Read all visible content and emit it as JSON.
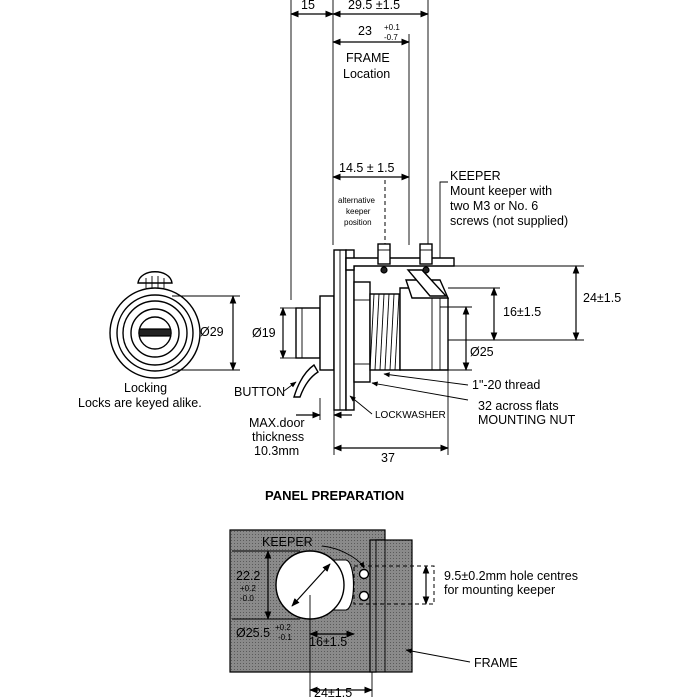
{
  "top_dims": {
    "d15": "15",
    "d29_5": "29.5 ±1.5",
    "d23": "23",
    "d23_tol_plus": "+0.1",
    "d23_tol_minus": "-0.7",
    "frame_location": [
      "FRAME",
      "Location"
    ],
    "d14_5": "14.5 ± 1.5",
    "alt_keeper": [
      "alternative",
      "keeper",
      "position"
    ]
  },
  "keeper_note": [
    "KEEPER",
    "Mount keeper with",
    "two M3 or No. 6",
    "screws (not supplied)"
  ],
  "side_dims": {
    "d24": "24±1.5",
    "d16": "16±1.5",
    "d25": "Ø25",
    "d29": "Ø29",
    "d19": "Ø19",
    "thread": "1\"-20 thread",
    "flats": "32 across flats",
    "mounting_nut": "MOUNTING NUT",
    "lockwasher": "LOCKWASHER",
    "button": "BUTTON",
    "d37": "37"
  },
  "locking": [
    "Locking",
    "Locks are keyed alike."
  ],
  "max_door": [
    "MAX.door",
    "thickness",
    "10.3mm"
  ],
  "panel": {
    "title": "PANEL PREPARATION",
    "keeper": "KEEPER",
    "d22_2": "22.2",
    "d22_2_plus": "+0.2",
    "d22_2_minus": "-0.0",
    "d25_5": "Ø25.5",
    "d25_5_plus": "+0.2",
    "d25_5_minus": "-0.1",
    "d16": "16±1.5",
    "d24": "24±1.5",
    "hole_note": [
      "9.5±0.2mm hole centres",
      "for mounting keeper"
    ],
    "frame": "FRAME"
  }
}
